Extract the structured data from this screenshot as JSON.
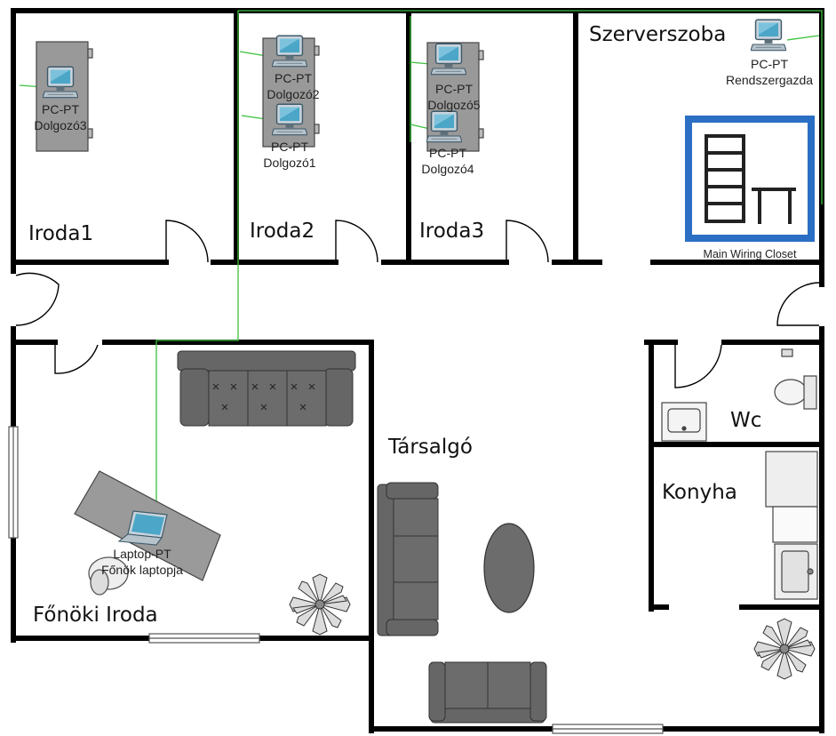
{
  "rooms": {
    "iroda1": "Iroda1",
    "iroda2": "Iroda2",
    "iroda3": "Iroda3",
    "szerverszoba": "Szerverszoba",
    "fonoki_iroda": "Főnöki Iroda",
    "tarsalgo": "Társalgó",
    "wc": "Wc",
    "konyha": "Konyha"
  },
  "devices": {
    "dolgozo3": {
      "type": "PC-PT",
      "name": "Dolgozó3",
      "icon": "pc-icon"
    },
    "dolgozo2": {
      "type": "PC-PT",
      "name": "Dolgozó2",
      "icon": "pc-icon"
    },
    "dolgozo1": {
      "type": "PC-PT",
      "name": "Dolgozó1",
      "icon": "pc-icon"
    },
    "dolgozo5": {
      "type": "PC-PT",
      "name": "Dolgozó5",
      "icon": "pc-icon"
    },
    "dolgozo4": {
      "type": "PC-PT",
      "name": "Dolgozó4",
      "icon": "pc-icon"
    },
    "rendszergazda": {
      "type": "PC-PT",
      "name": "Rendszergazda",
      "icon": "pc-icon"
    },
    "fonok_laptop": {
      "type": "Laptop-PT",
      "name": "Főnök laptopja",
      "icon": "laptop-icon"
    }
  },
  "wiring_closet": {
    "label": "Main Wiring Closet",
    "icon": "wiring-closet-icon"
  },
  "colors": {
    "wall": "#000000",
    "cable": "#3cc13c",
    "furniture": "#666666",
    "desk": "#999999",
    "closet_border": "#2a6fc4",
    "screen": "#4ca6c8"
  }
}
